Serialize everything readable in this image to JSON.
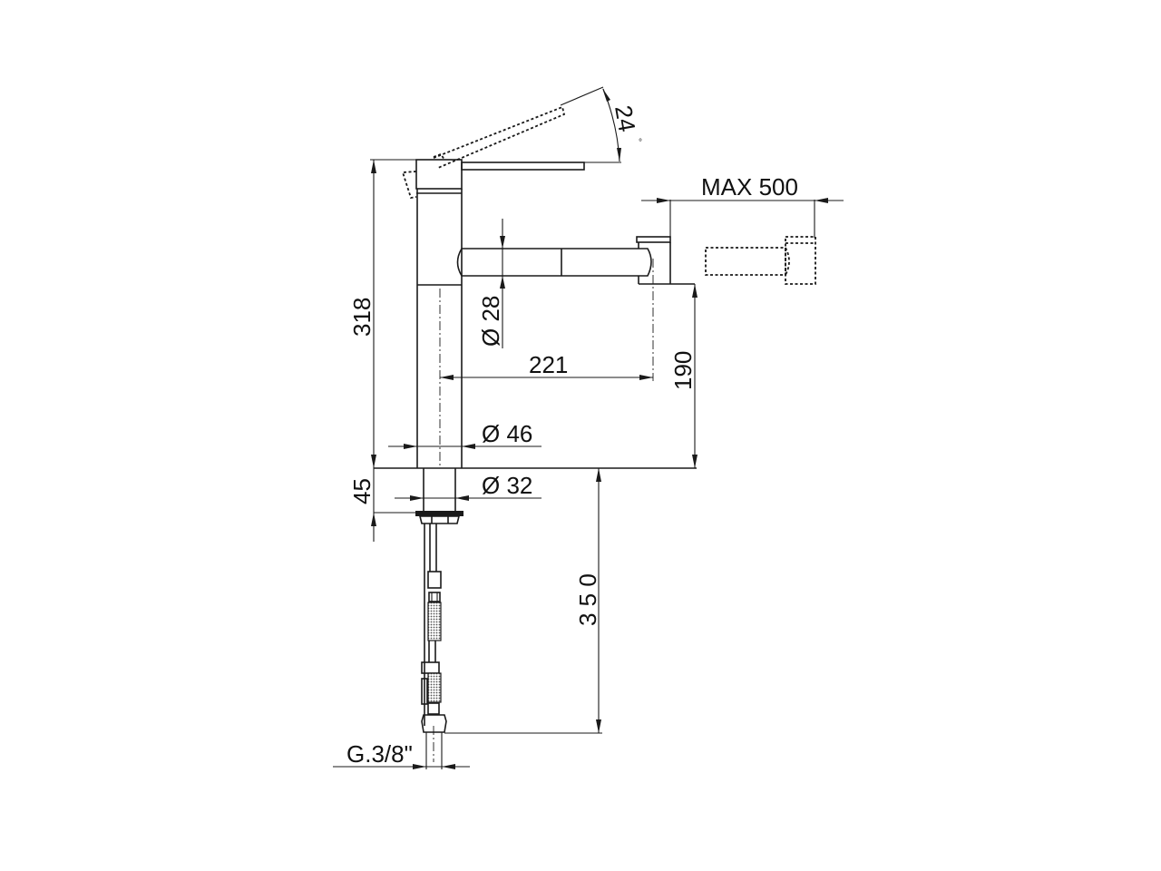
{
  "drawing": {
    "subject": "Kitchen mixer faucet with pull-out spout — dimensional drawing",
    "units": "mm",
    "colors": {
      "line": "#1a1a1a",
      "background": "#ffffff"
    }
  },
  "dimensions": {
    "lever_angle": "24",
    "lever_angle_unit": "°",
    "pullout_max": "MAX 500",
    "spout_diameter": "Ø 28",
    "total_height": "318",
    "spout_reach": "221",
    "spout_height": "190",
    "body_diameter": "Ø 46",
    "shank_diameter": "Ø 32",
    "shank_length": "45",
    "hose_length": "3 5 0",
    "connection": "G.3/8\""
  }
}
